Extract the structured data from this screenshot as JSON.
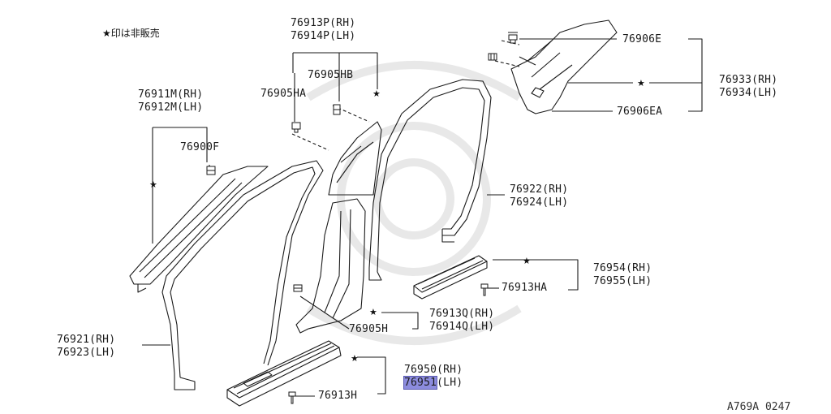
{
  "note": "★印は非販売",
  "diagram_code": "A769A 0247",
  "star_symbol": "★",
  "labels": {
    "p76906E": "76906E",
    "p76933": "76933(RH)",
    "p76934": "76934(LH)",
    "p76906EA": "76906EA",
    "p76913P": "76913P(RH)",
    "p76914P": "76914P(LH)",
    "p76905HB": "76905HB",
    "p76905HA": "76905HA",
    "p76911M": "76911M(RH)",
    "p76912M": "76912M(LH)",
    "p76900F": "76900F",
    "p76922": "76922(RH)",
    "p76924": "76924(LH)",
    "p76954": "76954(RH)",
    "p76955": "76955(LH)",
    "p76913HA": "76913HA",
    "p76913Q": "76913Q(RH)",
    "p76914Q": "76914Q(LH)",
    "p76905H": "76905H",
    "p76921": "76921(RH)",
    "p76923": "76923(LH)",
    "p76950": "76950(RH)",
    "p76951_num": "76951",
    "p76951_side": "(LH)",
    "p76913H": "76913H"
  }
}
